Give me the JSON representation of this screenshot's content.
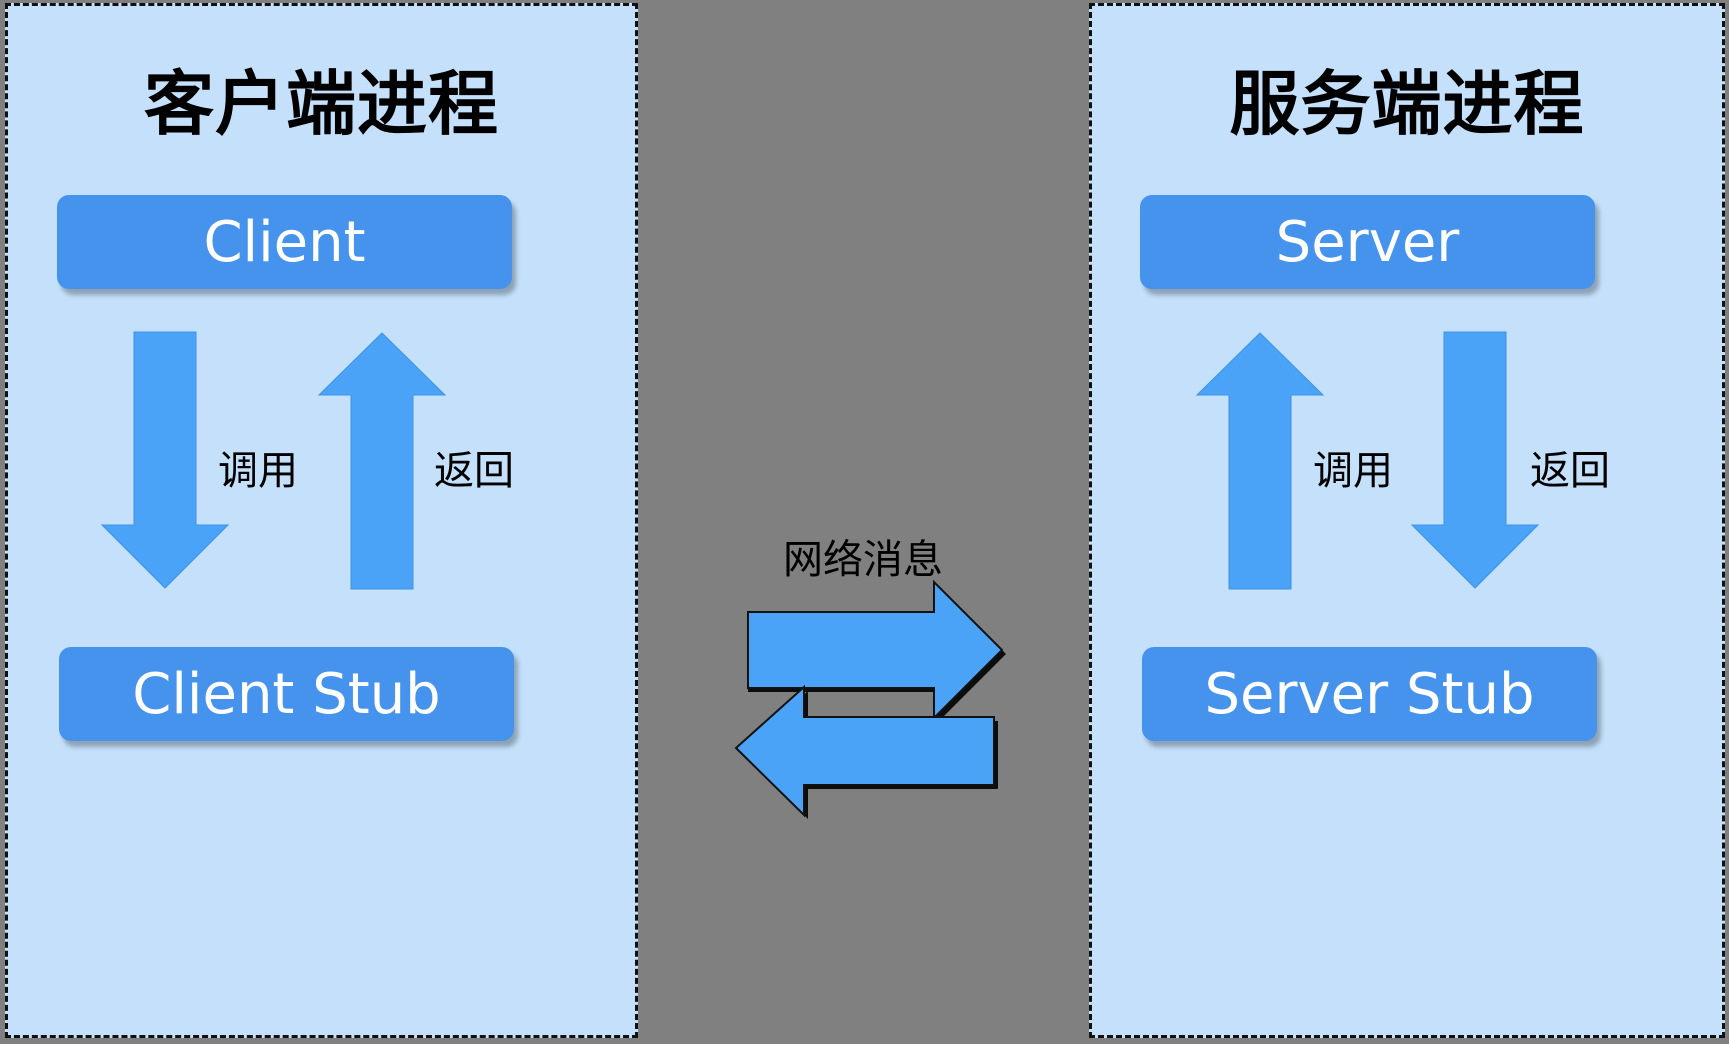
{
  "client_process": {
    "title": "客户端进程",
    "top_box": "Client",
    "bottom_box": "Client Stub",
    "call_label": "调用",
    "return_label": "返回"
  },
  "server_process": {
    "title": "服务端进程",
    "top_box": "Server",
    "bottom_box": "Server Stub",
    "call_label": "调用",
    "return_label": "返回"
  },
  "network": {
    "label": "网络消息"
  },
  "colors": {
    "background": "#808080",
    "panel": "#c4e0fa",
    "box": "#4593ec",
    "arrow": "#4aa3f7"
  }
}
